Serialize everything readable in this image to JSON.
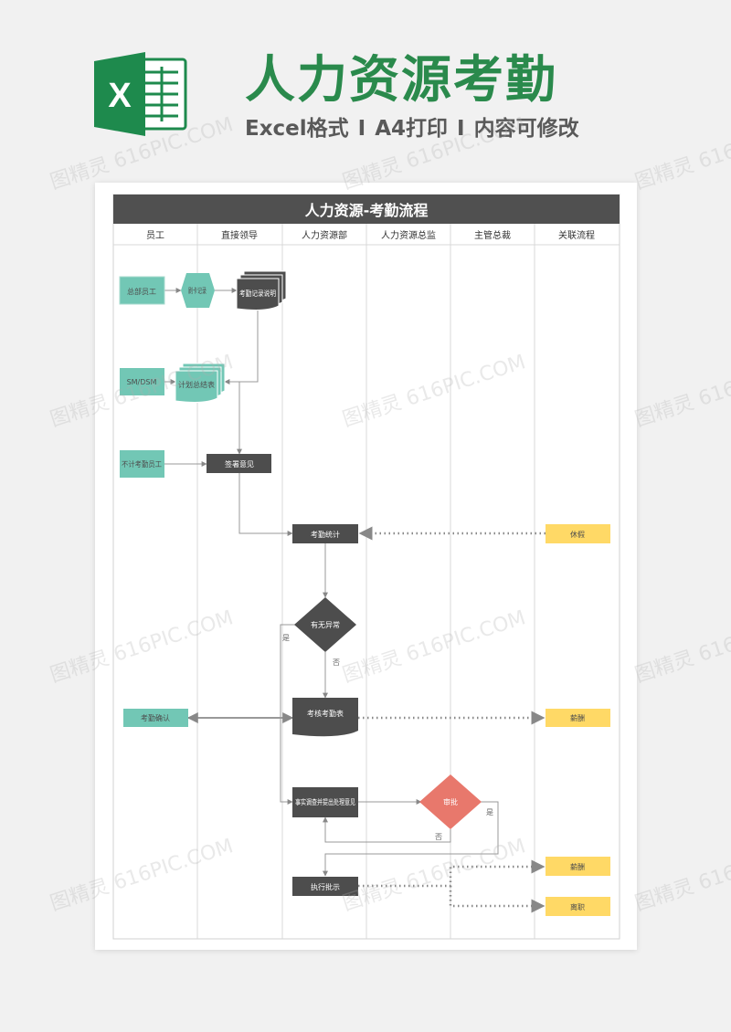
{
  "header": {
    "title": "人力资源考勤",
    "subtitle_parts": [
      "Excel格式",
      "A4打印",
      "内容可修改"
    ],
    "separator": "I",
    "logo_letter": "X"
  },
  "flowchart": {
    "title": "人力资源-考勤流程",
    "lanes": [
      "员工",
      "直接领导",
      "人力资源部",
      "人力资源总监",
      "主管总裁",
      "关联流程"
    ],
    "nodes": {
      "head_office_staff": "总部员工",
      "punch_record": "刷卡记录",
      "attendance_record_desc": "考勤记录说明",
      "sm_dsm": "SM/DSM",
      "plan_summary": "计划总结表",
      "non_attendance_staff": "不计考勤员工",
      "sign_opinion": "签署意见",
      "attendance_stats": "考勤统计",
      "leave": "休假",
      "any_anomaly": "有无异常",
      "attendance_confirm": "考勤确认",
      "attendance_review_table": "考核考勤表",
      "salary_1": "薪酬",
      "fact_investigation": "事实调查并提出处理意见",
      "approval": "审批",
      "salary_2": "薪酬",
      "execute_approval": "执行批示",
      "resignation": "离职"
    },
    "labels": {
      "yes_1": "是",
      "no_1": "否",
      "yes_2": "是",
      "no_2": "否"
    }
  },
  "watermark": "图精灵 616PIC.COM",
  "colors": {
    "green_brand": "#2a8a4c",
    "header_bar": "#505050",
    "teal": "#72c7b5",
    "dark_node": "#4d4d4d",
    "yellow": "#ffd966",
    "red_diamond": "#e8786c"
  }
}
